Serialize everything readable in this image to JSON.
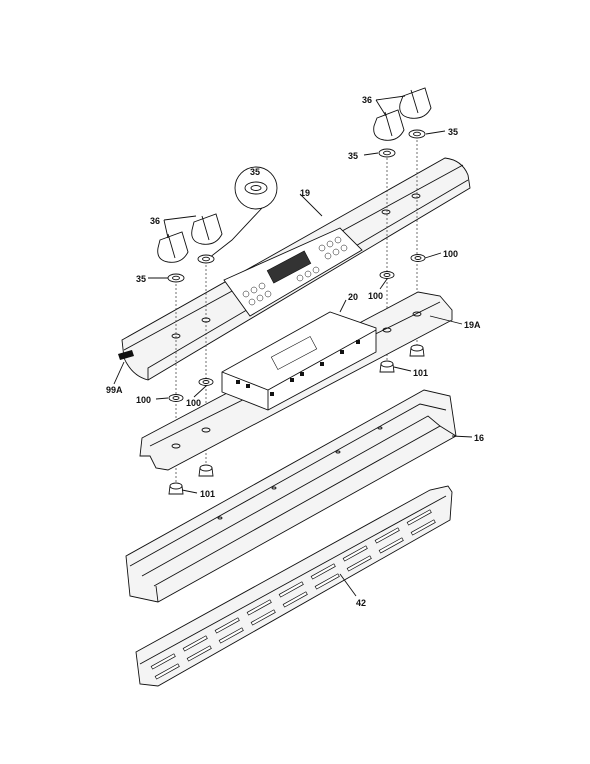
{
  "diagram": {
    "labels": {
      "p36_right": "36",
      "p35_right_a": "35",
      "p35_right_b": "35",
      "p35_inset": "35",
      "p19": "19",
      "p36_left": "36",
      "p35_left": "35",
      "p100_right_a": "100",
      "p100_right_b": "100",
      "p20": "20",
      "p19A": "19A",
      "p99A": "99A",
      "p100_left_a": "100",
      "p100_left_b": "100",
      "p101_right": "101",
      "p16": "16",
      "p101_left": "101",
      "p42": "42"
    }
  }
}
